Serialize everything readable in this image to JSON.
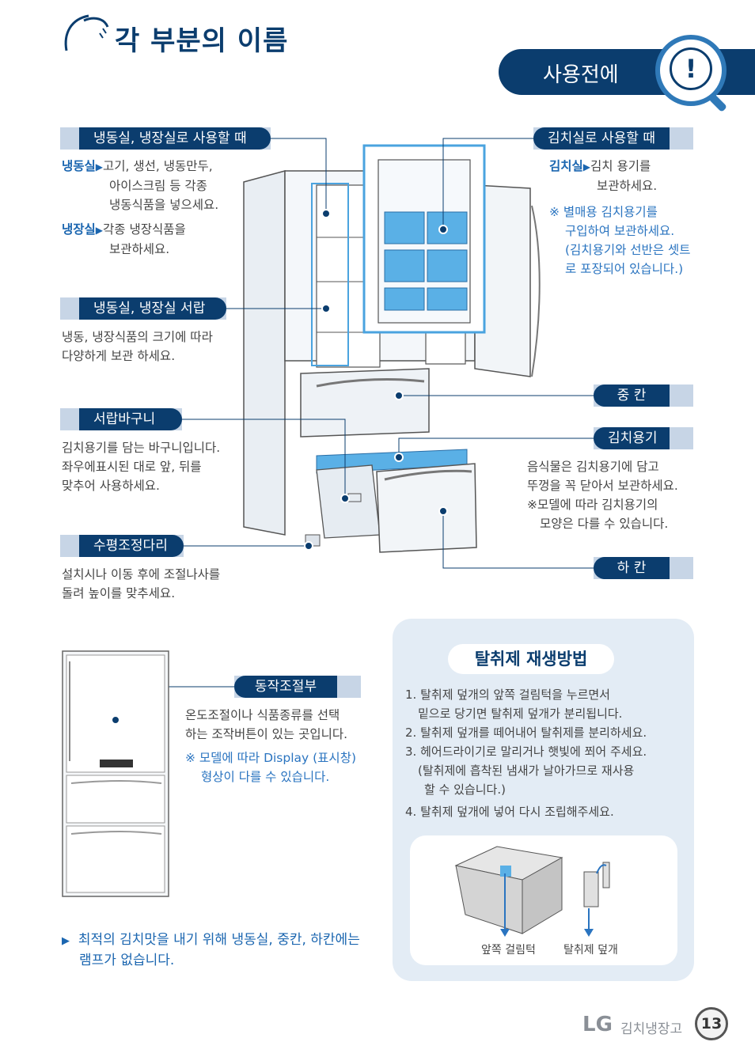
{
  "header": {
    "title": "각 부분의 이름",
    "section": "사용전에",
    "badge_icon": "exclamation-magnifier-icon"
  },
  "labels": {
    "freezer_fridge_use": {
      "tab": "냉동실, 냉장실로 사용할 때",
      "freeze_kw": "냉동실",
      "freeze_lines": [
        "고기, 생선, 냉동만두,",
        "아이스크림 등 각종",
        "냉동식품을 넣으세요."
      ],
      "fridge_kw": "냉장실",
      "fridge_lines": [
        "각종 냉장식품을",
        "보관하세요."
      ]
    },
    "drawer": {
      "tab": "냉동실, 냉장실 서랍",
      "lines": [
        "냉동, 냉장식품의 크기에 따라",
        "다양하게 보관 하세요."
      ]
    },
    "basket": {
      "tab": "서랍바구니",
      "lines": [
        "김치용기를 담는 바구니입니다.",
        "좌우에표시된 대로 앞, 뒤를",
        "맞추어 사용하세요."
      ]
    },
    "leveling_leg": {
      "tab": "수평조정다리",
      "lines": [
        "설치시나 이동 후에 조절나사를",
        "돌려 높이를 맞추세요."
      ]
    },
    "kimchi_use": {
      "tab": "김치실로 사용할 때",
      "kw": "김치실",
      "lines": [
        "김치 용기를",
        "보관하세요."
      ],
      "note_lines": [
        "※  별매용 김치용기를",
        "구입하여 보관하세요.",
        "(김치용기와 선반은 셋트",
        "로 포장되어 있습니다.)"
      ]
    },
    "middle": {
      "tab": "중 칸"
    },
    "kimchi_container": {
      "tab": "김치용기",
      "lines": [
        "음식물은 김치용기에 담고",
        "뚜껑을 꼭 닫아서 보관하세요.",
        "※모델에 따라 김치용기의",
        "모양은 다를 수 있습니다."
      ]
    },
    "bottom": {
      "tab": "하 칸"
    },
    "control": {
      "tab": "동작조절부",
      "lines": [
        "온도조절이나 식품종류를 선택",
        "하는 조작버튼이 있는 곳입니다."
      ],
      "note_lines": [
        "※  모델에 따라 Display (표시창)",
        "형상이 다를 수 있습니다."
      ]
    }
  },
  "regen": {
    "title": "탈취제 재생방법",
    "steps": [
      {
        "num": "1.",
        "text": "탈취제 덮개의 앞쪽 걸림턱을 누르면서",
        "cont": "밑으로 당기면 탈취제 덮개가 분리됩니다."
      },
      {
        "num": "2.",
        "text": "탈취제 덮개를 떼어내어 탈취제를 분리하세요.",
        "cont": ""
      },
      {
        "num": "3.",
        "text": "헤어드라이기로 말리거나 햇빛에 쬐어 주세요.",
        "cont": "(탈취제에 흡착된 냄새가 날아가므로 재사용",
        "cont2": "할 수 있습니다.)"
      },
      {
        "num": "4.",
        "text": "탈취제 덮개에 넣어 다시 조립해주세요.",
        "cont": ""
      }
    ],
    "caption_front": "앞쪽 걸림턱",
    "caption_cover": "탈취제 덮개"
  },
  "lamp_note": {
    "line1": "최적의 김치맛을 내기 위해 냉동실, 중칸, 하칸에는",
    "line2": "램프가 없습니다."
  },
  "footer": {
    "brand": "LG",
    "product": "김치냉장고",
    "page": "13"
  },
  "colors": {
    "navy": "#0b3d6e",
    "accent_blue": "#1b66b0",
    "light_bar": "#c7d5e6",
    "panel_bg": "#e3ecf5",
    "container_blue": "#5ab0e6"
  }
}
